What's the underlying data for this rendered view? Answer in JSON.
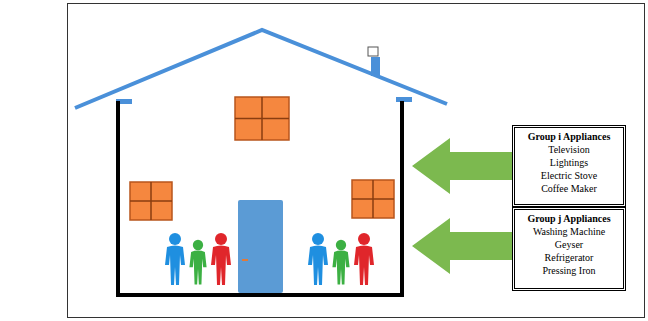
{
  "diagram": {
    "nodes": [
      {
        "text": [
          "Group i Appliances",
          "Television",
          "Lightings",
          "Electric Stove",
          "Coffee Maker"
        ]
      },
      {
        "text": [
          "Group j Appliances",
          "Washing Machine",
          "Geyser",
          "Refrigerator",
          "Pressing Iron"
        ]
      }
    ],
    "edges": []
  }
}
